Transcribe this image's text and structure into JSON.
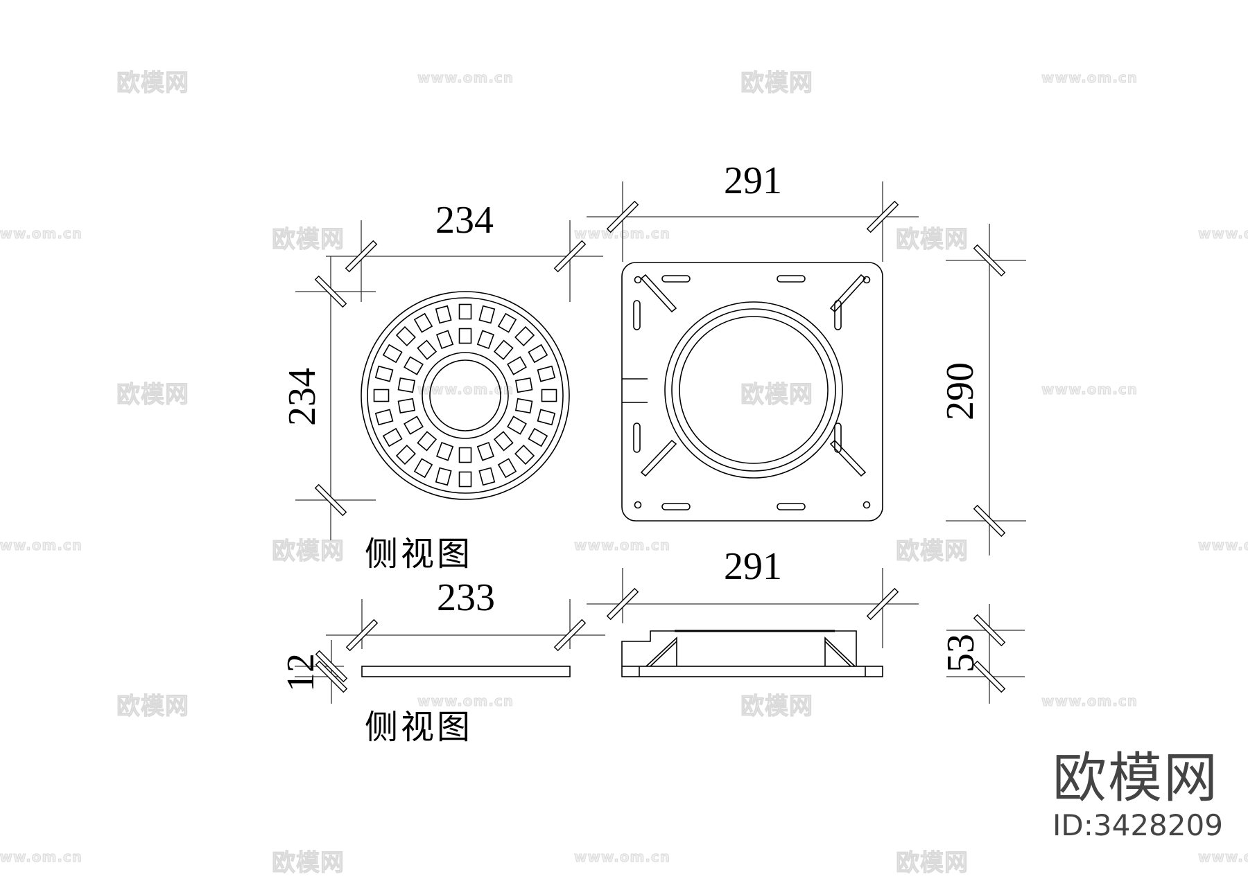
{
  "drawing": {
    "type": "CAD technical drawing - manhole cover and frame",
    "line_color": "#000000",
    "background": "#ffffff"
  },
  "views": {
    "cover_top": {
      "width_dim": "234",
      "height_dim": "234",
      "caption": "侧视图"
    },
    "frame_top": {
      "width_dim": "291",
      "height_dim": "290"
    },
    "cover_side": {
      "width_dim": "233",
      "thickness_dim": "12",
      "caption": "侧视图"
    },
    "frame_side": {
      "width_dim": "291",
      "height_dim": "53"
    }
  },
  "watermarks": {
    "cn_text": "欧模网",
    "url_text": "www.om.cn"
  },
  "brand": {
    "logo": "欧模网",
    "id": "ID:3428209",
    "color": "#444444"
  }
}
